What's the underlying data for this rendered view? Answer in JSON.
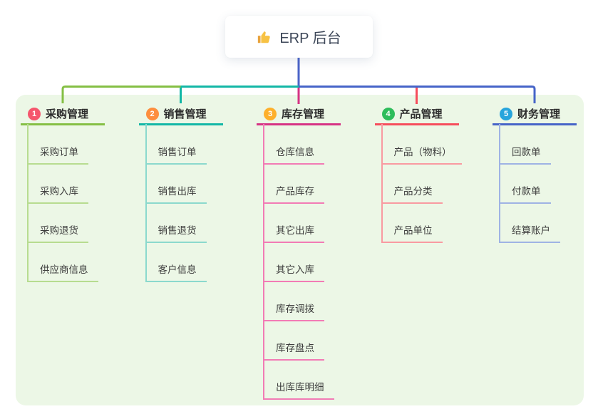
{
  "root": {
    "icon": "thumbs-up-icon",
    "label": "ERP 后台"
  },
  "branches": [
    {
      "index": "1",
      "label": "采购管理",
      "badge_color": "#f5566d",
      "line_color": "#85bf44",
      "child_line_color": "#b7dc90",
      "children": [
        "采购订单",
        "采购入库",
        "采购退货",
        "供应商信息"
      ]
    },
    {
      "index": "2",
      "label": "销售管理",
      "badge_color": "#fd8e3e",
      "line_color": "#13b7a6",
      "child_line_color": "#8bd9cd",
      "children": [
        "销售订单",
        "销售出库",
        "销售退货",
        "客户信息"
      ]
    },
    {
      "index": "3",
      "label": "库存管理",
      "badge_color": "#fdb02b",
      "line_color": "#d63384",
      "child_line_color": "#f27bb5",
      "children": [
        "仓库信息",
        "产品库存",
        "其它出库",
        "其它入库",
        "库存调拨",
        "库存盘点",
        "出库库明细"
      ]
    },
    {
      "index": "4",
      "label": "产品管理",
      "badge_color": "#2ebd5b",
      "line_color": "#f64d5c",
      "child_line_color": "#f99aa1",
      "children": [
        "产品（物料）",
        "产品分类",
        "产品单位"
      ]
    },
    {
      "index": "5",
      "label": "财务管理",
      "badge_color": "#27a5dc",
      "line_color": "#4664c8",
      "child_line_color": "#9fb3e4",
      "children": [
        "回款单",
        "付款单",
        "结算账户"
      ]
    }
  ],
  "connector": {
    "root_stem_color": "#4a63c8"
  },
  "canvas": {
    "panel_color": "#ecf7e6",
    "background_color": "#ffffff"
  }
}
